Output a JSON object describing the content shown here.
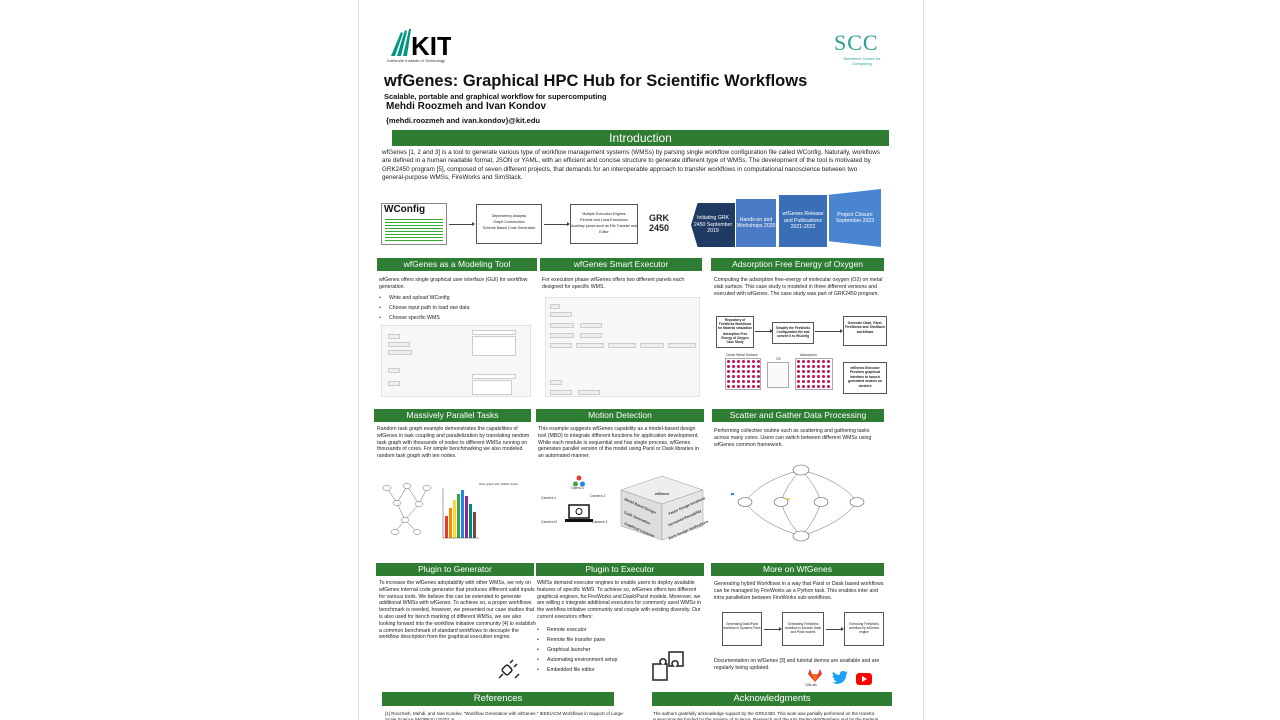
{
  "header": {
    "kit_logo_text": "KIT",
    "kit_subtitle": "Karlsruhe Institute of Technology",
    "scc_logo_text": "SCC",
    "scc_subtitle": "Steinbuch Centre for Computing",
    "title": "wfGenes: Graphical HPC Hub for Scientific Workflows",
    "subtitle": "Scalable, portable and graphical workflow for supercomputing",
    "authors": "Mehdi Roozmeh and Ivan Kondov",
    "emails": "{mehdi.roozmeh and ivan.kondov}@kit.edu"
  },
  "intro": {
    "heading": "Introduction",
    "text": "wfGenes [1, 2 and 3] is a tool to generate various type of workflow management systems (WMSs) by parsing single workflow configuration file called WConfig. Naturally, workflows are defined in a human readable format, JSON or YAML, with an efficient and concise structure to generate different type of WMSs. The development of the tool is motivated by GRK2450 program [5], composed of seven different projects, that demands for an interoperable approach to transfer workflows in computational nanoscience between two general-purpose WMSs, FireWorks and SimStack."
  },
  "pipeline": {
    "wconfig_label": "WConfig",
    "box2_lines": [
      "Dependency Analysis",
      "Graph Construction",
      "Scheme Based Code Generation"
    ],
    "box3_lines": [
      "Multiple Execution Engines",
      "Remote and Local Executions",
      "Auxiliary panes such as File Transfer and Editor"
    ],
    "grk_label": "GRK",
    "grk_number": "2450"
  },
  "timeline": [
    {
      "label": "Initiating GRK 2450 September 2019",
      "color": "#1f3b63"
    },
    {
      "label": "Hands-on and Workshops 2020",
      "color": "#4a7bc4"
    },
    {
      "label": "wfGenes Release and Publications 2021-2022",
      "color": "#3a6fb8"
    },
    {
      "label": "Project Closure September 2023",
      "color": "#4a86d0"
    }
  ],
  "sections": {
    "modeling": {
      "heading": "wfGenes as a Modeling Tool",
      "text": "wfGenes offers single graphical user interface (GUI) for workflow generation.",
      "bullets": [
        "Write and upload WConfig",
        "Choose input path to load raw data",
        "Choose specific WMS"
      ]
    },
    "executor": {
      "heading": "wfGenes Smart Executor",
      "text": "For execution phase wfGenes offers two different panels each designed for specific WMS."
    },
    "adsorption": {
      "heading": "Adsorption Free Energy of Oxygen",
      "text": "Computing the adsorption free-energy of molecular oxygen (O2) on metal slab surface. This case study is modeled in three different versions and executed with wfGenes. The case study was part of GRK2450 program.",
      "box1": "Repository of FireWorks Workflows for Material simulation",
      "box1b": "Adsorption Free Energy of Oxygen Case Study",
      "box2": "Simplify the FireWorks Configuration file and convert it to WConfig",
      "box3": "Generate Dask, Parsl, FireWorks and SimStack workflows",
      "box4": "wfGenes Executor Provides graphical interface to launch generated models on clusters",
      "img1": "Clean Metal Surface",
      "img2": "O2",
      "img3": "Adsorption"
    },
    "parallel": {
      "heading": "Massively Parallel Tasks",
      "text": "Random task graph example demonstrates the capabilities of wfGenes in task coupling and parallelization by translating random task graph with thousands of nodes to different WMSs running on thousands of cores. For simple benchmarking we also modeled random task graph with ten nodes.",
      "chart_caption": "Task graph with 10000 nodes"
    },
    "motion": {
      "heading": "Motion Detection",
      "text": "This example suggests wfGenes capability as a model-based design tool (MBD) to integrate different functions for application development. While each module is sequential and has single process, wfGenes generates parallel version of the model using Parsl or Dask libraries in an automated manner.",
      "opencv_label": "OpenCV",
      "camera_labels": [
        "Camera 1",
        "Camera 2",
        "Camera N",
        "Camera 3"
      ],
      "cube_labels": [
        "Model Based Design",
        "Code Generation",
        "Graphical Launcher",
        "Faster Design Iterations",
        "Increased Reusability",
        "Early Design Verifications"
      ],
      "wfgenes_label": "wfGenes"
    },
    "scatter": {
      "heading": "Scatter and Gather Data Processing",
      "text": "Performing collective routine such as scattering and gathering tasks across many cores. Users can switch between different WMSs using wfGenes common framework."
    },
    "generator": {
      "heading": "Plugin to Generator",
      "text": "To increase the wfGenes adoptability with other WMSs, we rely on wfGenes internal code generator that produces different valid inputs for various tools. We believe this can be extended to generate additional WMSs with wfGenes. To achieve so, a proper workflows benchmark is needed, however, we presented our case studies that is also used for bench marking of different WMSs, we are also looking forward into the workflow initiative community [4] to establish a common benchmark of standard workflows to decouple the workflow description from the graphical execution engine."
    },
    "plugin_executor": {
      "heading": "Plugin to Executor",
      "text": "WMSs demand executor engines to enable users to deploy available features of specific WMS. To achieve so, wfGenes offers two different graphical engines, for FireWorks and Dask/Parsl models. Moreover, we are willing o integrate additional executors for commonly used WMSs in the workflow initiative community and couple with existing diversity. Our current executors offers:",
      "bullets": [
        "Remote executor",
        "Remote file transfer pane",
        "Graphical launcher",
        "Automating environment setup",
        "Embedded file editor"
      ]
    },
    "more": {
      "heading": "More on WfGenes",
      "text": "Generating hybrid Workflows in a way that Parsl or Dask based workflows can be managed by FireWorks as a Python task. This enables inter and intra parallelism between FireWorks sub-workflows.",
      "flow": [
        "Generating Dask/Parsl workflow in Dynamic Pane",
        "Generating FireWorks workflow to execute Dask and Parsl models",
        "Executing FireWorks workflow by wfGenes engine"
      ],
      "docs_text": "Documentation on wfGenes [3] and tutorial demos are available and are regularly being updated.",
      "gitlab_label": "GitLab"
    },
    "references": {
      "heading": "References",
      "text": "[1] Roozmeh, Mehdi, and Ivan Kondov. \"Workflow Generation with wfGenes.\" IEEE/ACM Workflows in Support of Large-Scale Science (WORKS) (2020): 9"
    },
    "acknowledgments": {
      "heading": "Acknowledgments",
      "text": "The authors gratefully acknowledge support by the GRK2450. This work was partially performed on the HoreKa supercomputer funded by the ministry of Science, Research and the Arts Baden-Württemberg and by the Federal"
    }
  },
  "colors": {
    "banner_green": "#2e7d32",
    "kit_green": "#009682",
    "scc_teal": "#2a9d8f"
  }
}
